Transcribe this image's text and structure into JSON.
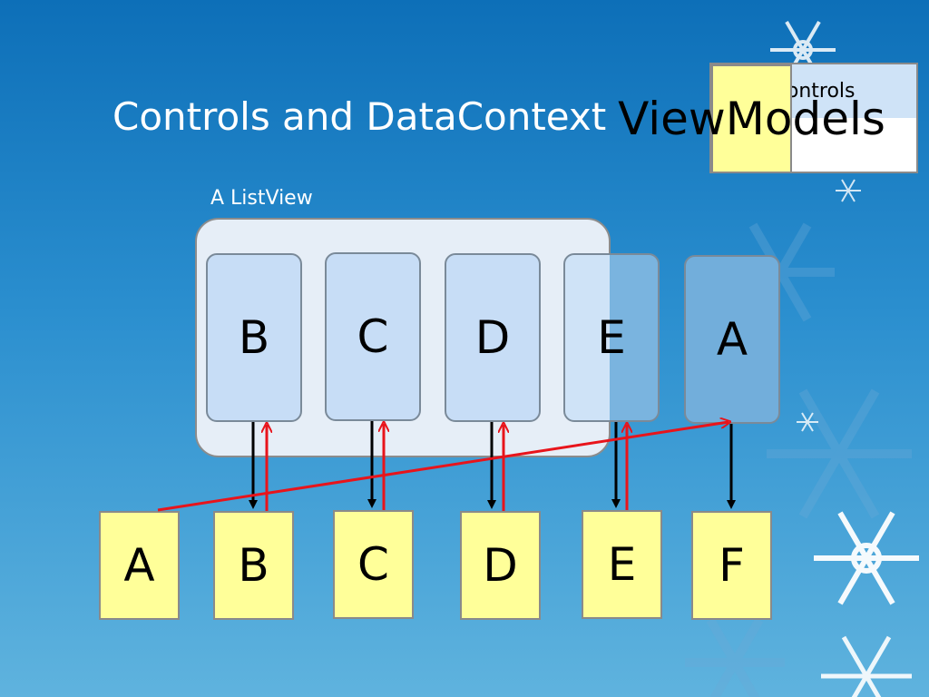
{
  "title": "Controls and DataContext",
  "legend": {
    "viewmodels": "ViewModels",
    "controls": "Controls"
  },
  "listview_label": "A ListView",
  "controls": [
    "B",
    "C",
    "D",
    "E",
    "A"
  ],
  "viewmodels": [
    "A",
    "B",
    "C",
    "D",
    "E",
    "F"
  ],
  "colors": {
    "viewmodel_fill": "#ffff99",
    "control_fill": "#c7ddf6",
    "arrow_datacontext": "#000000",
    "arrow_binding": "#e8141b"
  }
}
